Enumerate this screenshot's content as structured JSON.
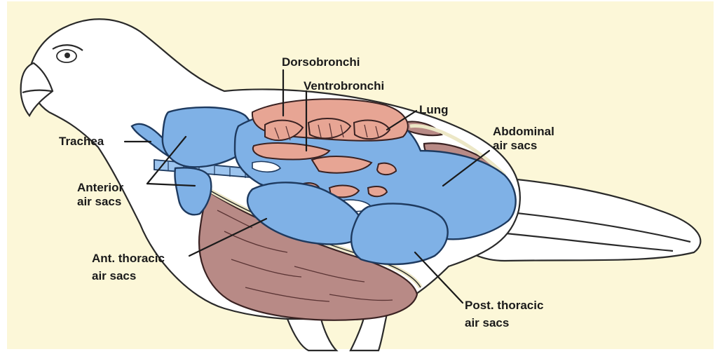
{
  "labels": {
    "dorsobronchi": "Dorsobronchi",
    "ventrobronchi": "Ventrobronchi",
    "lung": "Lung",
    "abdominal_1": "Abdominal",
    "abdominal_2": "air sacs",
    "trachea": "Trachea",
    "anterior_1": "Anterior",
    "anterior_2": "air sacs",
    "ant_thoracic_1": "Ant. thoracic",
    "ant_thoracic_2": "air sacs",
    "post_thoracic_1": "Post. thoracic",
    "post_thoracic_2": "air sacs"
  },
  "colors": {
    "background": "#fcf7d8",
    "air_sac_blue": "#7fb1e6",
    "lung_pink": "#e7a594",
    "muscle_mauve": "#b88a86",
    "body_white": "#ffffff"
  }
}
